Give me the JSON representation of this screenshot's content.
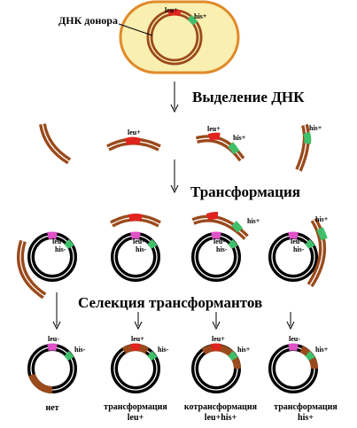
{
  "title_donor": "ДНК донора",
  "steps": {
    "isolation": "Выделение ДНК",
    "transformation": "Трансформация",
    "selection": "Селекция трансформантов"
  },
  "markers": {
    "leu_plus": "leu+",
    "leu_minus": "leu-",
    "his_plus": "his+",
    "his_minus": "his-"
  },
  "outcomes": [
    {
      "line1": "нет",
      "line2": ""
    },
    {
      "line1": "трансформация",
      "line2": "leu+"
    },
    {
      "line1": "котрансформация",
      "line2": "leu+his+"
    },
    {
      "line1": "трансформация",
      "line2": "his+"
    }
  ],
  "colors": {
    "dna_brown": "#9a4a1c",
    "leu_red": "#e0231c",
    "leu_magenta": "#e052c8",
    "his_green": "#3fbf6a",
    "cell_fill": "#f8efb0",
    "cell_border": "#e08a2a"
  }
}
